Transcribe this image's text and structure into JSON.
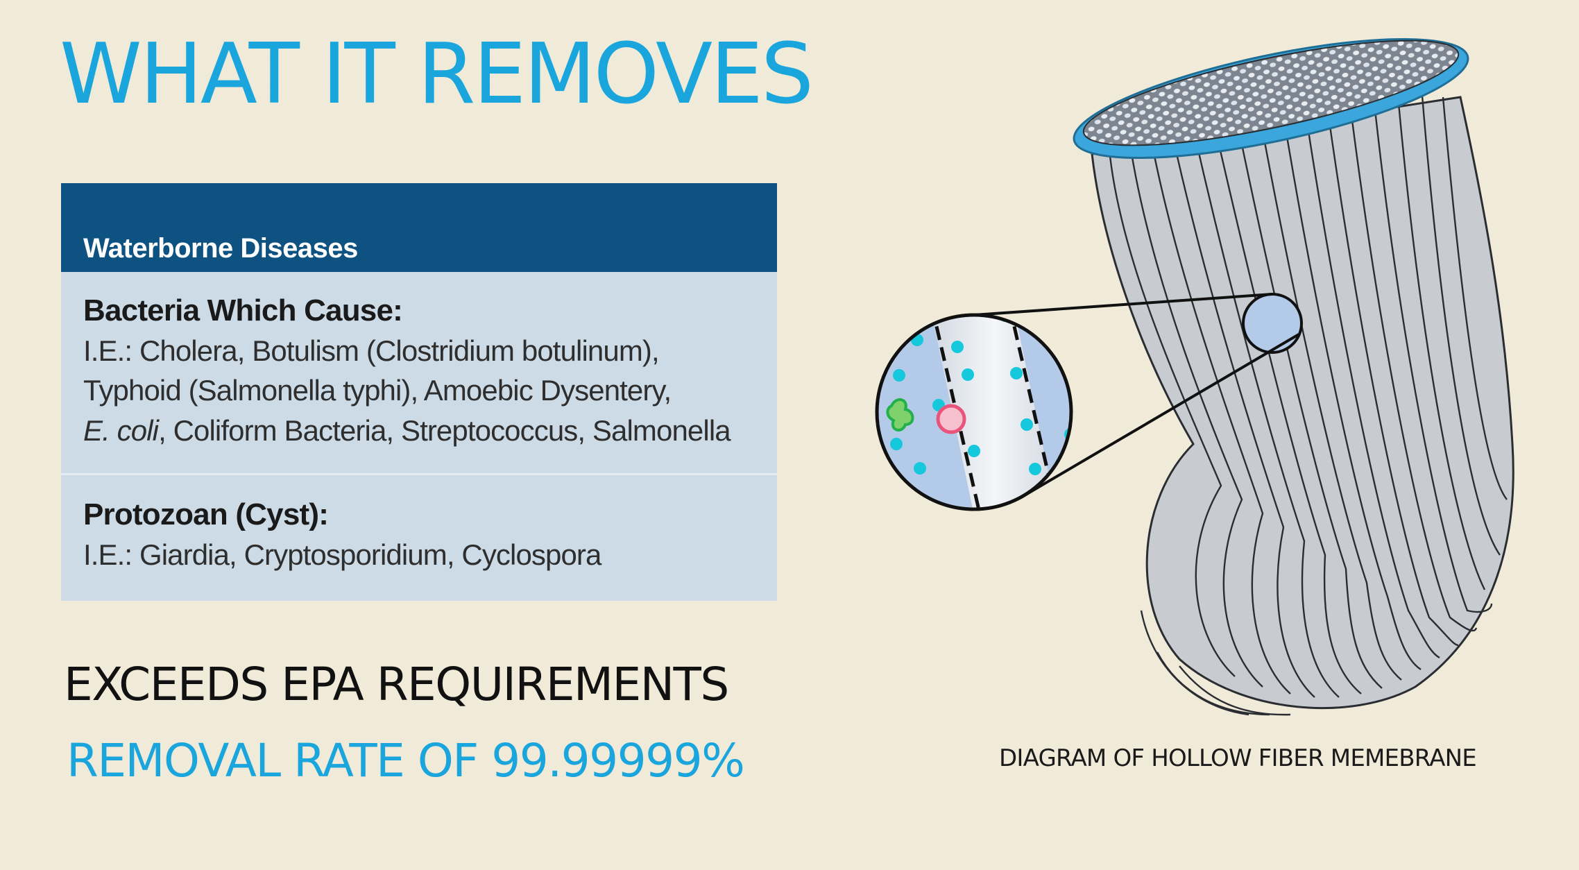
{
  "colors": {
    "background": "#f3eddc",
    "accent_blue": "#1aa6dd",
    "header_navy": "#0e5282",
    "panel_blue": "#ccdbe5",
    "text_dark": "#111111",
    "fiber_gray": "#c8cbd0",
    "cap_blue": "#3aa6dc",
    "lens_fill": "#b3cbe8",
    "particle_cyan": "#15c8dc",
    "particle_pink": "#e8557a",
    "particle_green": "#22b04b"
  },
  "title": "WHAT IT REMOVES",
  "panel": {
    "header": "Waterborne Diseases",
    "sections": [
      {
        "heading": "Bacteria Which Cause:",
        "lines": [
          "I.E.:  Cholera, Botulism (Clostridium botulinum),",
          "Typhoid (Salmonella typhi), Amoebic Dysentery,"
        ],
        "italic_prefix": "E. coli",
        "last_line_rest": ", Coliform Bacteria, Streptococcus, Salmonella"
      },
      {
        "heading": "Protozoan (Cyst):",
        "lines": [
          "I.E.:  Giardia, Cryptosporidium, Cyclospora"
        ]
      }
    ]
  },
  "epa": {
    "heading": "EXCEEDS EPA REQUIREMENTS",
    "removal_rate": "REMOVAL RATE OF 99.99999%"
  },
  "diagram": {
    "caption": "DIAGRAM OF HOLLOW FIBER MEMEBRANE",
    "parts": [
      "fiber-bundle",
      "fiber-cap",
      "magnified-lens",
      "fiber-wall",
      "bacteria-particle",
      "protozoa-particle",
      "water-molecule"
    ]
  }
}
